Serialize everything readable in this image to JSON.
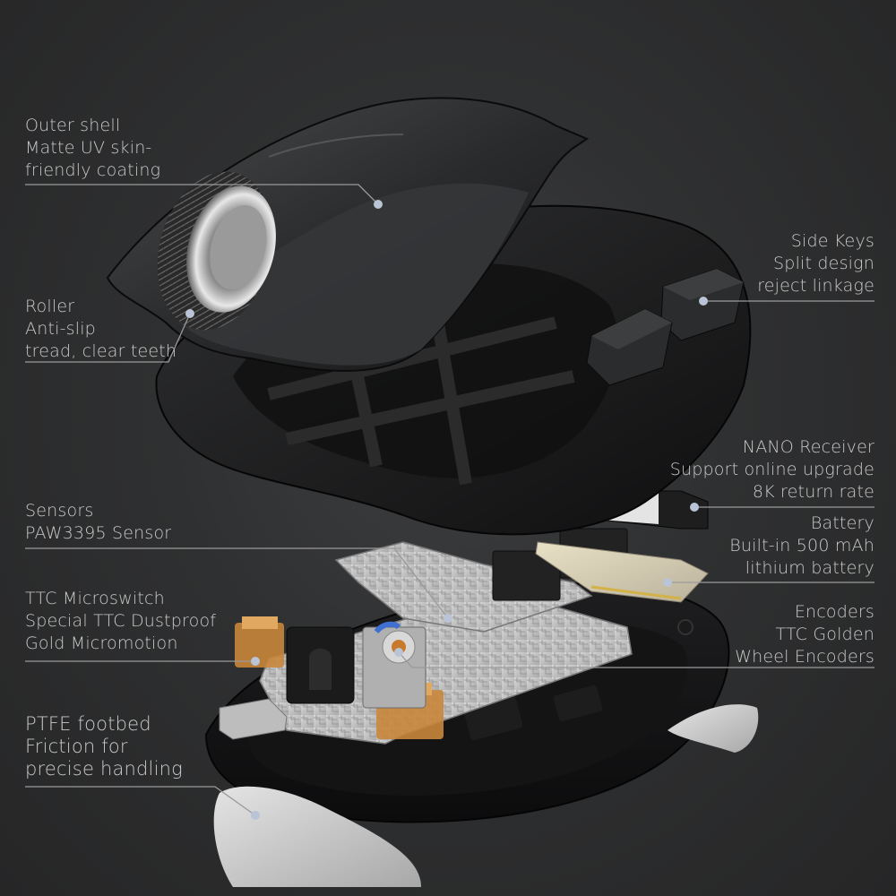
{
  "callouts": {
    "outer_shell": {
      "lines": [
        "Outer shell",
        "Matte UV skin-",
        "friendly coating"
      ]
    },
    "roller": {
      "lines": [
        "Roller",
        "Anti-slip",
        "tread, clear teeth"
      ]
    },
    "side_keys": {
      "lines": [
        "Side Keys",
        "Split design",
        "reject linkage"
      ]
    },
    "nano_receiver": {
      "lines": [
        "NANO Receiver",
        "Support online upgrade",
        "8K return rate"
      ]
    },
    "battery": {
      "lines": [
        "Battery",
        "Built-in 500 mAh",
        "lithium battery"
      ]
    },
    "sensors": {
      "lines": [
        "Sensors",
        "PAW3395 Sensor"
      ]
    },
    "microswitch": {
      "lines": [
        "TTC Microswitch",
        "Special TTC Dustproof",
        "Gold Micromotion"
      ]
    },
    "encoders": {
      "lines": [
        "Encoders",
        "TTC Golden",
        "Wheel Encoders"
      ]
    },
    "ptfe_footbed": {
      "lines": [
        "PTFE footbed",
        "Friction for",
        "precise handling"
      ]
    }
  },
  "colors": {
    "background": "#2b2b2c",
    "label_text": "#c9c9c9",
    "leader_line": "#9a9a9a",
    "switch_amber": "#c8863a",
    "encoder_blue": "#3f6fd1"
  }
}
